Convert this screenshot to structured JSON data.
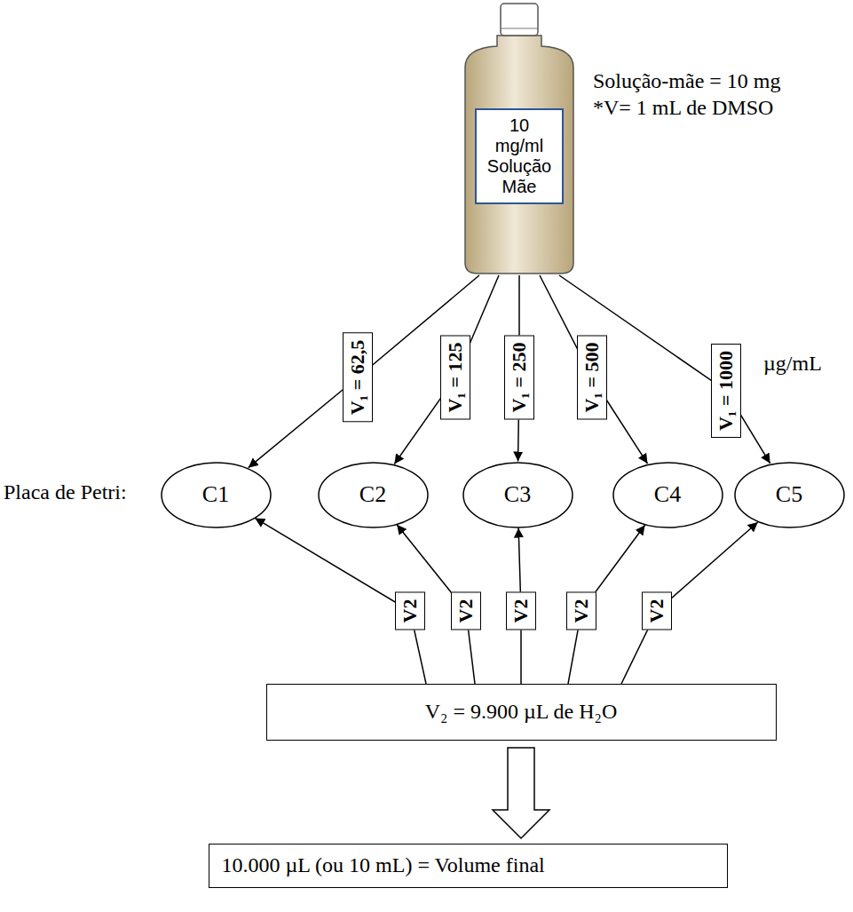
{
  "diagram": {
    "nodes": [
      {
        "text": [
          "10 mg/ml Solução Mãe"
        ]
      },
      {
        "text": [
          "C1"
        ]
      },
      {
        "text": [
          "C2"
        ]
      },
      {
        "text": [
          "C3"
        ]
      },
      {
        "text": [
          "C4"
        ]
      },
      {
        "text": [
          "C5"
        ]
      },
      {
        "text": [
          "V₂ = 9.900 µL de H₂O"
        ]
      },
      {
        "text": [
          "10.000 µL (ou 10 mL) = Volume final"
        ]
      }
    ],
    "edges": [
      {
        "from": 0,
        "to": 1,
        "arrow": "to",
        "label": "V₁ = 62,5"
      },
      {
        "from": 0,
        "to": 2,
        "arrow": "to",
        "label": "V₁ = 125"
      },
      {
        "from": 0,
        "to": 3,
        "arrow": "to",
        "label": "V₁ = 250"
      },
      {
        "from": 0,
        "to": 4,
        "arrow": "to",
        "label": "V₁ = 500"
      },
      {
        "from": 0,
        "to": 5,
        "arrow": "to",
        "label": "V₁ = 1000"
      },
      {
        "from": 6,
        "to": 1,
        "arrow": "to",
        "label": "V2"
      },
      {
        "from": 6,
        "to": 2,
        "arrow": "to",
        "label": "V2"
      },
      {
        "from": 6,
        "to": 3,
        "arrow": "to",
        "label": "V2"
      },
      {
        "from": 6,
        "to": 4,
        "arrow": "to",
        "label": "V2"
      },
      {
        "from": 6,
        "to": 5,
        "arrow": "to",
        "label": "V2"
      },
      {
        "from": 6,
        "to": 7,
        "arrow": "to"
      }
    ],
    "labels": [
      "Solução-mãe = 10 mg",
      "*V= 1 mL de DMSO",
      "µg/mL",
      "Placa de Petri:"
    ]
  }
}
